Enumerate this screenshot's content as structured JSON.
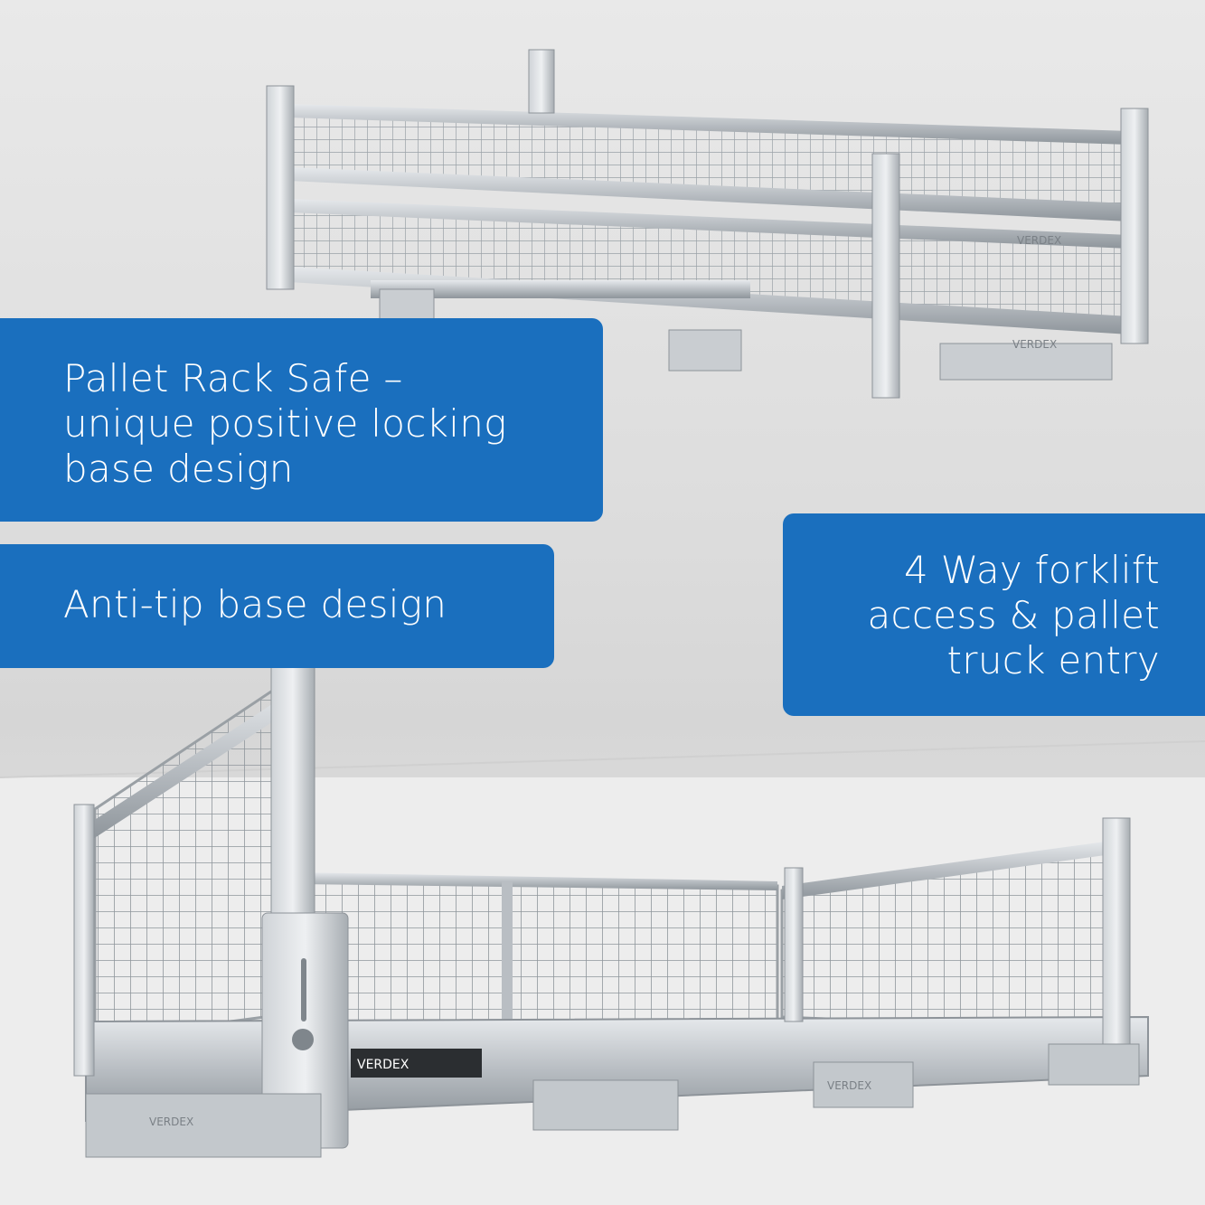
{
  "image": {
    "description_hidden": "",
    "brand": "VERDEX"
  },
  "callouts": {
    "pallet_rack": {
      "lines": [
        "Pallet Rack Safe –",
        "unique positive locking",
        "base design"
      ]
    },
    "anti_tip": {
      "lines": [
        "Anti-tip base design"
      ]
    },
    "forklift": {
      "lines": [
        "4 Way forklift",
        "access & pallet",
        "truck entry"
      ]
    }
  },
  "colors": {
    "callout_bg": "#1a6fbe",
    "callout_text": "#ffffff",
    "metal": "#c7ccd0",
    "background": "#e3e3e3"
  }
}
